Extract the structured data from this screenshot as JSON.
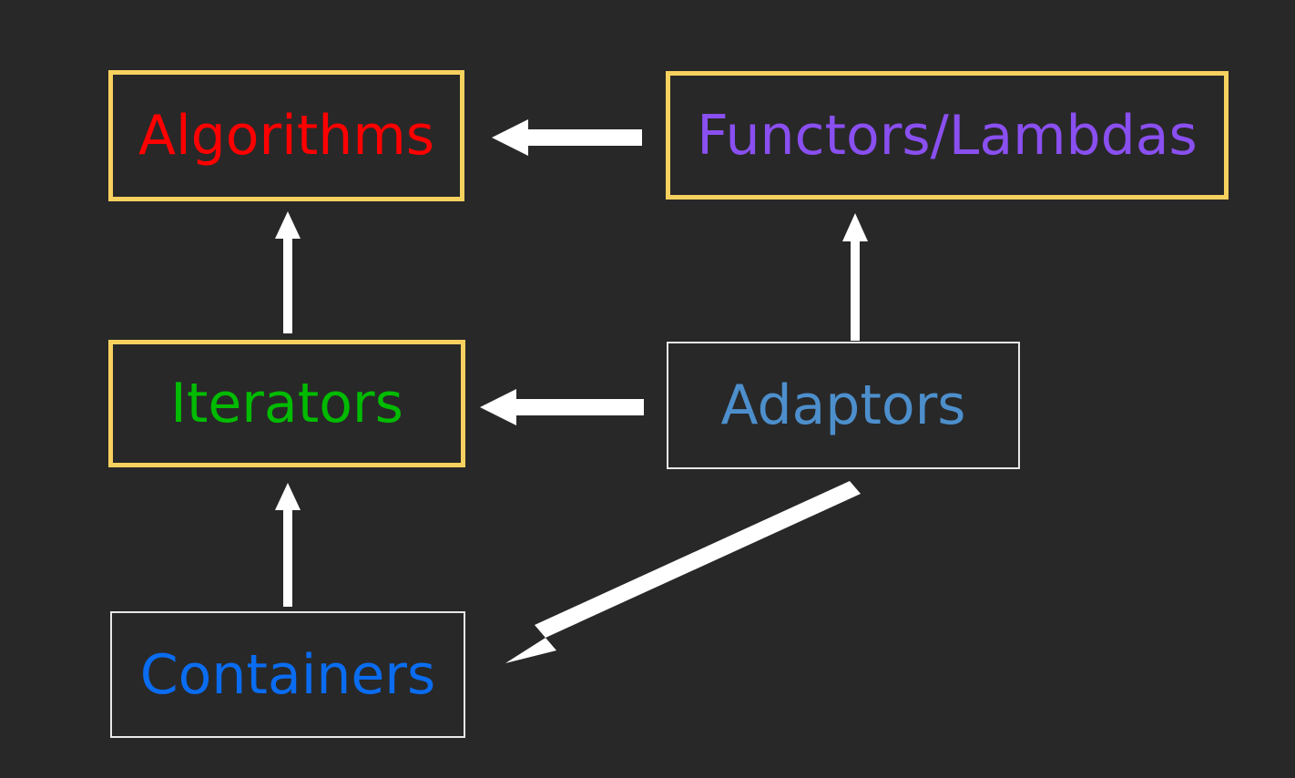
{
  "diagram": {
    "title": "STL components relationship diagram",
    "background_color": "#282828",
    "nodes": [
      {
        "id": "algorithms",
        "label": "Algorithms",
        "text_color": "#ff0000",
        "border_color": "#f7d15e",
        "border_width": "5px"
      },
      {
        "id": "functors",
        "label": "Functors/Lambdas",
        "text_color": "#8a4ff0",
        "border_color": "#f7d15e",
        "border_width": "5px"
      },
      {
        "id": "iterators",
        "label": "Iterators",
        "text_color": "#00bb00",
        "border_color": "#f7d15e",
        "border_width": "5px"
      },
      {
        "id": "adaptors",
        "label": "Adaptors",
        "text_color": "#4d8fcc",
        "border_color": "#e8e8e8",
        "border_width": "2px"
      },
      {
        "id": "containers",
        "label": "Containers",
        "text_color": "#0a6cf0",
        "border_color": "#e8e8e8",
        "border_width": "2px"
      }
    ],
    "arrows": [
      {
        "id": "functors-to-algorithms",
        "from": "functors",
        "to": "algorithms",
        "direction": "left",
        "color": "#ffffff",
        "style": "block"
      },
      {
        "id": "adaptors-to-iterators",
        "from": "adaptors",
        "to": "iterators",
        "direction": "left",
        "color": "#ffffff",
        "style": "block"
      },
      {
        "id": "iterators-to-algorithms",
        "from": "iterators",
        "to": "algorithms",
        "direction": "up",
        "color": "#ffffff",
        "style": "block"
      },
      {
        "id": "containers-to-iterators",
        "from": "containers",
        "to": "iterators",
        "direction": "up",
        "color": "#ffffff",
        "style": "block"
      },
      {
        "id": "adaptors-to-functors",
        "from": "adaptors",
        "to": "functors",
        "direction": "up",
        "color": "#ffffff",
        "style": "block"
      },
      {
        "id": "adaptors-to-containers",
        "from": "adaptors",
        "to": "containers",
        "direction": "down-left",
        "color": "#ffffff",
        "style": "thin"
      }
    ]
  }
}
